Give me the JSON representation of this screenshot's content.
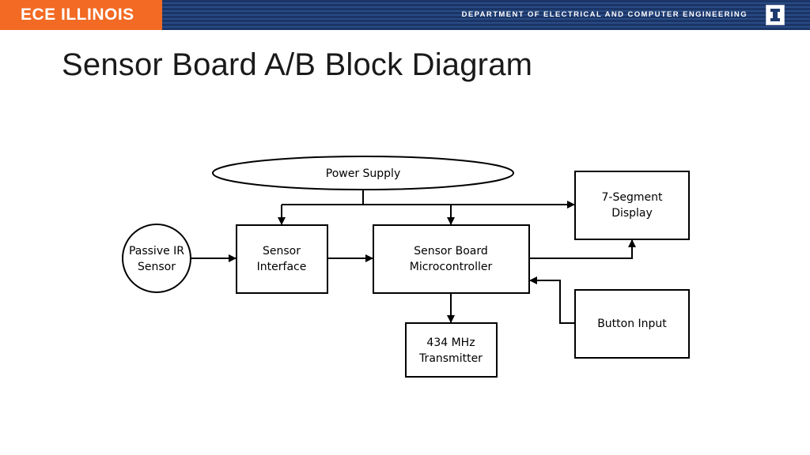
{
  "header": {
    "brand": "ECE ILLINOIS",
    "department": "DEPARTMENT OF ELECTRICAL AND COMPUTER ENGINEERING",
    "logo_icon": "illinois-block-i-icon",
    "colors": {
      "orange": "#f26a23",
      "navy": "#1d3a6e"
    }
  },
  "slide": {
    "title": "Sensor Board A/B Block Diagram"
  },
  "diagram": {
    "power_supply": "Power Supply",
    "passive_ir": [
      "Passive IR",
      "Sensor"
    ],
    "sensor_interface": [
      "Sensor",
      "Interface"
    ],
    "microcontroller": [
      "Sensor Board",
      "Microcontroller"
    ],
    "seven_segment": [
      "7-Segment",
      "Display"
    ],
    "transmitter": [
      "434 MHz",
      "Transmitter"
    ],
    "button_input": "Button Input"
  }
}
